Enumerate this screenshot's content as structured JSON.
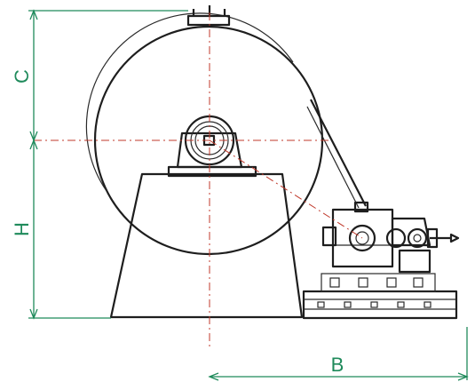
{
  "dimensions": {
    "c_label": "C",
    "h_label": "H",
    "b_label": "B"
  },
  "colors": {
    "dimension": "#1f8a5b",
    "centerline": "#c0392b",
    "outline": "#1e1e1e"
  }
}
